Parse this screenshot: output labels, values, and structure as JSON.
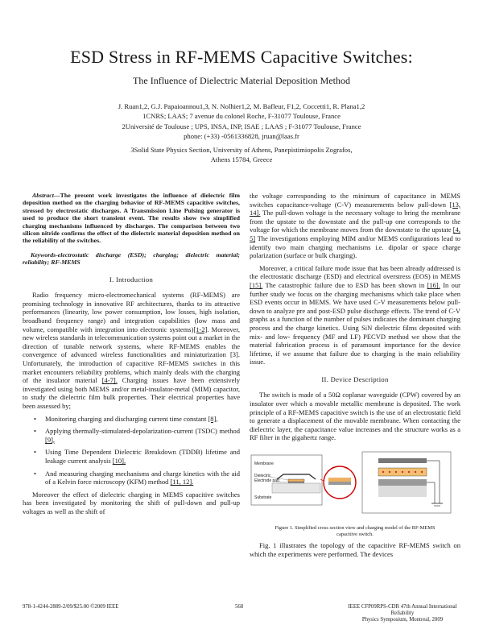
{
  "header": {
    "title": "ESD Stress in RF-MEMS Capacitive Switches:",
    "subtitle": "The Influence of Dielectric Material Deposition Method"
  },
  "authors": {
    "line1": "J. Ruan1,2, G.J. Papaioannou1,3, N. Nolhier1,2, M. Bafleur, F1,2, Coccetti1, R. Plana1,2",
    "line2": "1CNRS; LAAS; 7 avenue du colonel Roche, F-31077 Toulouse, France",
    "line3": "2Université de Toulouse ; UPS, INSA, INP, ISAE ; LAAS ; F-31077 Toulouse, France",
    "line4": "phone: (+33) -0561336828, jruan@laas.fr",
    "line5": "3Solid State Physics Section, University of Athens, Panepistimiopolis Zografos,",
    "line6": "Athens 15784, Greece"
  },
  "abstract": {
    "label": "Abstract",
    "text": "—The present work investigates the influence of dielectric film deposition method on the charging behavior of RF-MEMS capacitive switches, stressed by electrostatic discharges. A Transmission Line Pulsing generator is used to produce the short transient event. The results show two simplified charging mechanisms influenced by discharges. The comparison between two silicon nitride confirms the effect of the dielectric material deposition method on the reliability of the switches."
  },
  "keywords": "Keywords-electrostatic discharge (ESD); charging; dielectric material; reliability; RF-MEMS",
  "sections": {
    "intro_heading": "I.   Introduction",
    "intro_p1_a": "Radio frequency micro-electromechanical systems (RF-MEMS) are promising technology in innovative RF architectures, thanks to its attractive performances (linearity, low power consumption, low losses, high isolation, broadband frequency range) and integration capabilities (low mass and volume, compatible with integration into electronic systems)",
    "intro_p1_r1": "[1-2]",
    "intro_p1_b": ". Moreover, new wireless standards in telecommunication systems point out a market in the direction of tunable network systems, where RF-MEMS enables the convergence of advanced wireless functionalities and miniaturization [3]. Unfortunately, the introduction of capacitive RF-MEMS switches in this market encounters reliability problems, which mainly deals with the charging of the insulator material",
    "intro_p1_r2": "[4-7].",
    "intro_p1_c": " Charging issues have been extensively investigated using both MEMS and/or metal-insulator-metal (MIM) capacitor, to study the dielectric film bulk properties. Their electrical properties have been assessed by;",
    "bullets": [
      {
        "text": "Monitoring charging and discharging current time constant ",
        "ref": "[8],"
      },
      {
        "text": "Applying thermally-stimulated-depolarization-current (TSDC) method ",
        "ref": "[9],"
      },
      {
        "text": "Using Time Dependent Dielectric Breakdown (TDDB) lifetime and leakage current analysis ",
        "ref": "[10],"
      },
      {
        "text": "And measuring charging mechanisms and charge kinetics with the aid of a Kelvin force microscopy (KFM) method ",
        "ref": "[11, 12]."
      }
    ],
    "intro_p2": "Moreover the effect of dielectric charging in MEMS capacitive switches has been investigated by monitoring the shift of pull-down and pull-up voltages as well as the shift of",
    "right_p1_a": "the voltage corresponding to the minimum of capacitance in MEMS switches capacitance-voltage (C-V) measurements below pull-down ",
    "right_p1_r1": "[13, 14].",
    "right_p1_b": " The pull-down voltage is the necessary voltage to bring the membrane from the upstate to the downstate and the pull-up one corresponds to the voltage for which the membrane moves from the downstate to the upstate ",
    "right_p1_r2": "[4, 5]",
    "right_p1_c": " The investigations employing MIM and/or MEMS configurations lead to identify two main charging mechanisms i.e. dipolar or space charge polarization (surface or bulk charging).",
    "right_p2_a": "Moreover, a critical failure mode issue that has been already addressed is the electrostatic discharge (ESD) and electrical overstress (EOS) in MEMS ",
    "right_p2_r1": "[15].",
    "right_p2_b": " The catastrophic failure due to ESD has been shown in ",
    "right_p2_r2": "[16].",
    "right_p2_c": " In our further study we focus on the charging mechanisms which take place when ESD events occur in MEMS. We have used C-V measurements below pull-down to analyze pre and post-ESD pulse discharge effects. The trend of C-V graphs as a function of the number of pulses indicates the dominant charging process and the charge kinetics. Using SiN dielectric films deposited with mix- and low- frequency (MF and LF) PECVD method we show that the material fabrication process is of paramount importance for the device lifetime, if we assume that failure due to charging is the main reliability issue.",
    "device_heading": "II.   Device Description",
    "device_p1": "The switch is made of a 50Ω coplanar waveguide (CPW) covered by an insulator over which a movable metallic membrane is deposited. The work principle of a RF-MEMS capacitive switch is the use of an electrostatic field to generate a displacement of the movable membrane. When contacting the dielectric layer, the capacitance value increases and the structure works as a RF filter in the gigahertz range.",
    "device_p2": "Fig. 1 illustrates the topology of the capacitive RF-MEMS switch on which the experiments were performed. The devices"
  },
  "figure": {
    "label_membrane": "Membrane",
    "label_dielectric": "Dielectric",
    "label_electrode": "Electrode pad",
    "label_substrate": "Substrate",
    "caption": "Figure 1.   Simplified cross section view and charging model of the RF-MEMS capacitive switch."
  },
  "footer": {
    "left": "978-1-4244-2889-2/09/$25.00 ©2009 IEEE",
    "page": "568",
    "right1": "IEEE CFP09RPS-CDR 47th Annual International Reliability",
    "right2": "Physics Symposium, Montreal, 2009"
  }
}
